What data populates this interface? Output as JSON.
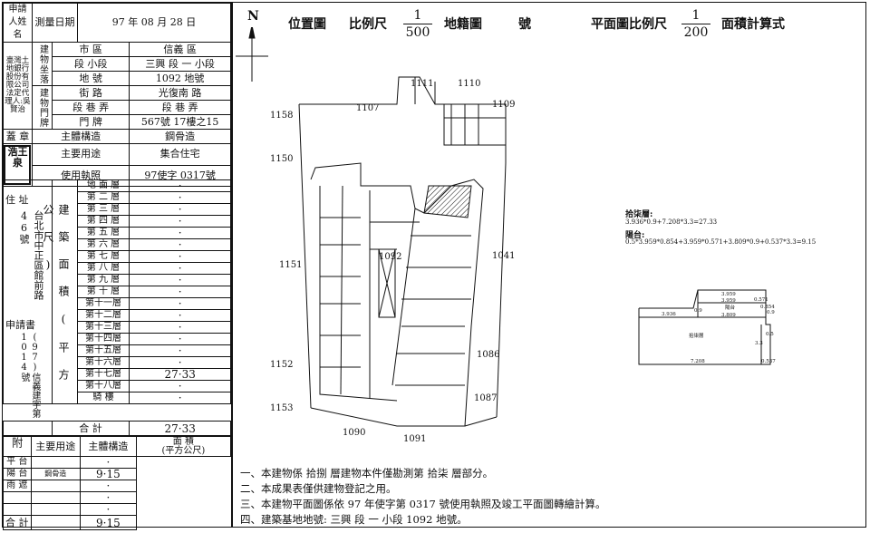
{
  "left": {
    "applicant_label": "申請人姓名",
    "applicant_value": "臺灣土地銀行股份有限公司 法定代理人:吳賢治",
    "survey_date_label": "測量日期",
    "survey_date": "97 年 08 月 28 日",
    "location_label": "建物坐落",
    "city_label": "市 區",
    "city_value": "信義 區",
    "section_label": "段 小段",
    "section_value": "三興 段 一 小段",
    "land_no_label": "地 號",
    "land_no_value": "1092 地號",
    "door_label": "建物門牌",
    "street_label": "街 路",
    "street_value": "光復南 路",
    "lane_label": "段 巷 弄",
    "lane_value": "段 巷 弄",
    "number_label": "門 牌",
    "number_value": "567號 17樓之15",
    "seal_label": "蓋 章",
    "seal_text": "浩王泉",
    "structure_label": "主體構造",
    "structure_value": "鋼骨造",
    "usage_label": "主要用途",
    "usage_value": "集合住宅",
    "license_label": "使用執照",
    "license_value": "97使字 0317號",
    "address_label": "住 址",
    "address_value": "台北市中正區館前路46號",
    "area_label": "建築面積(平方公尺)",
    "floors": [
      {
        "name": "地 面 層",
        "area": "·"
      },
      {
        "name": "第 二 層",
        "area": "·"
      },
      {
        "name": "第 三 層",
        "area": "·"
      },
      {
        "name": "第 四 層",
        "area": "·"
      },
      {
        "name": "第 五 層",
        "area": "·"
      },
      {
        "name": "第 六 層",
        "area": "·"
      },
      {
        "name": "第 七 層",
        "area": "·"
      },
      {
        "name": "第 八 層",
        "area": "·"
      },
      {
        "name": "第 九 層",
        "area": "·"
      },
      {
        "name": "第 十 層",
        "area": "·"
      },
      {
        "name": "第十一層",
        "area": "·"
      },
      {
        "name": "第十二層",
        "area": "·"
      },
      {
        "name": "第十三層",
        "area": "·"
      },
      {
        "name": "第十四層",
        "area": "·"
      },
      {
        "name": "第十五層",
        "area": "·"
      },
      {
        "name": "第十六層",
        "area": "·"
      },
      {
        "name": "第十七層",
        "area": "27·33"
      },
      {
        "name": "第十八層",
        "area": "·"
      },
      {
        "name": "騎 樓",
        "area": "·"
      }
    ],
    "permit_label": "申請書",
    "permit_value": "(97)信義建字第1014號",
    "total_label": "合 計",
    "total_value": "27·33",
    "attached_label": "附屬建物",
    "att_use_header": "主要用途",
    "att_struct_header": "主體構造",
    "att_area_header": "面 積",
    "att_area_unit": "(平方公尺)",
    "attached_rows": [
      {
        "use": "平 台",
        "struct": "",
        "area": "·"
      },
      {
        "use": "陽 台",
        "struct": "鋼骨造",
        "area": "9·15"
      },
      {
        "use": "雨 遮",
        "struct": "",
        "area": "·"
      },
      {
        "use": "",
        "struct": "",
        "area": "·"
      },
      {
        "use": "",
        "struct": "",
        "area": "·"
      }
    ],
    "att_total_label": "合 計",
    "att_total_value": "9·15"
  },
  "right": {
    "north": "N",
    "location_map": "位置圖",
    "scale_label_1": "比例尺",
    "scale_num_1": "1",
    "scale_den_1": "500",
    "land_map": "地籍圖",
    "number_suffix": "號",
    "plan_scale_label": "平面圖比例尺",
    "scale_num_2": "1",
    "scale_den_2": "200",
    "area_calc": "面積計算式",
    "parcels": [
      "1111",
      "1110",
      "1107",
      "1109",
      "1158",
      "1150",
      "1151",
      "1092",
      "1041",
      "1152",
      "1086",
      "1087",
      "1153",
      "1090",
      "1091"
    ],
    "calc_floor_title": "拾柒層:",
    "calc_floor_formula": "3.936*0.9+7.208*3.3=27.33",
    "calc_balcony_title": "陽台:",
    "calc_balcony_formula": "0.5*3.959*0.854+3.959*0.571+3.809*0.9+0.537*3.3=9.15",
    "plan_dims": [
      "3.959",
      "3.959",
      "3.809",
      "3.936",
      "0.9",
      "0.571",
      "0.854",
      "0.9",
      "3.3",
      "7.208",
      "0.537",
      "0.5"
    ],
    "plan_room_label": "拾柒層",
    "plan_balcony_label": "陽台",
    "notes": [
      "一、本建物係 拾捌 層建物本件僅勘測第 拾柒 層部分。",
      "二、本成果表僅供建物登記之用。",
      "三、本建物平面圖係依 97 年使字第 0317 號使用執照及竣工平面圖轉繪計算。",
      "四、建築基地地號: 三興 段 一 小段 1092 地號。"
    ]
  }
}
